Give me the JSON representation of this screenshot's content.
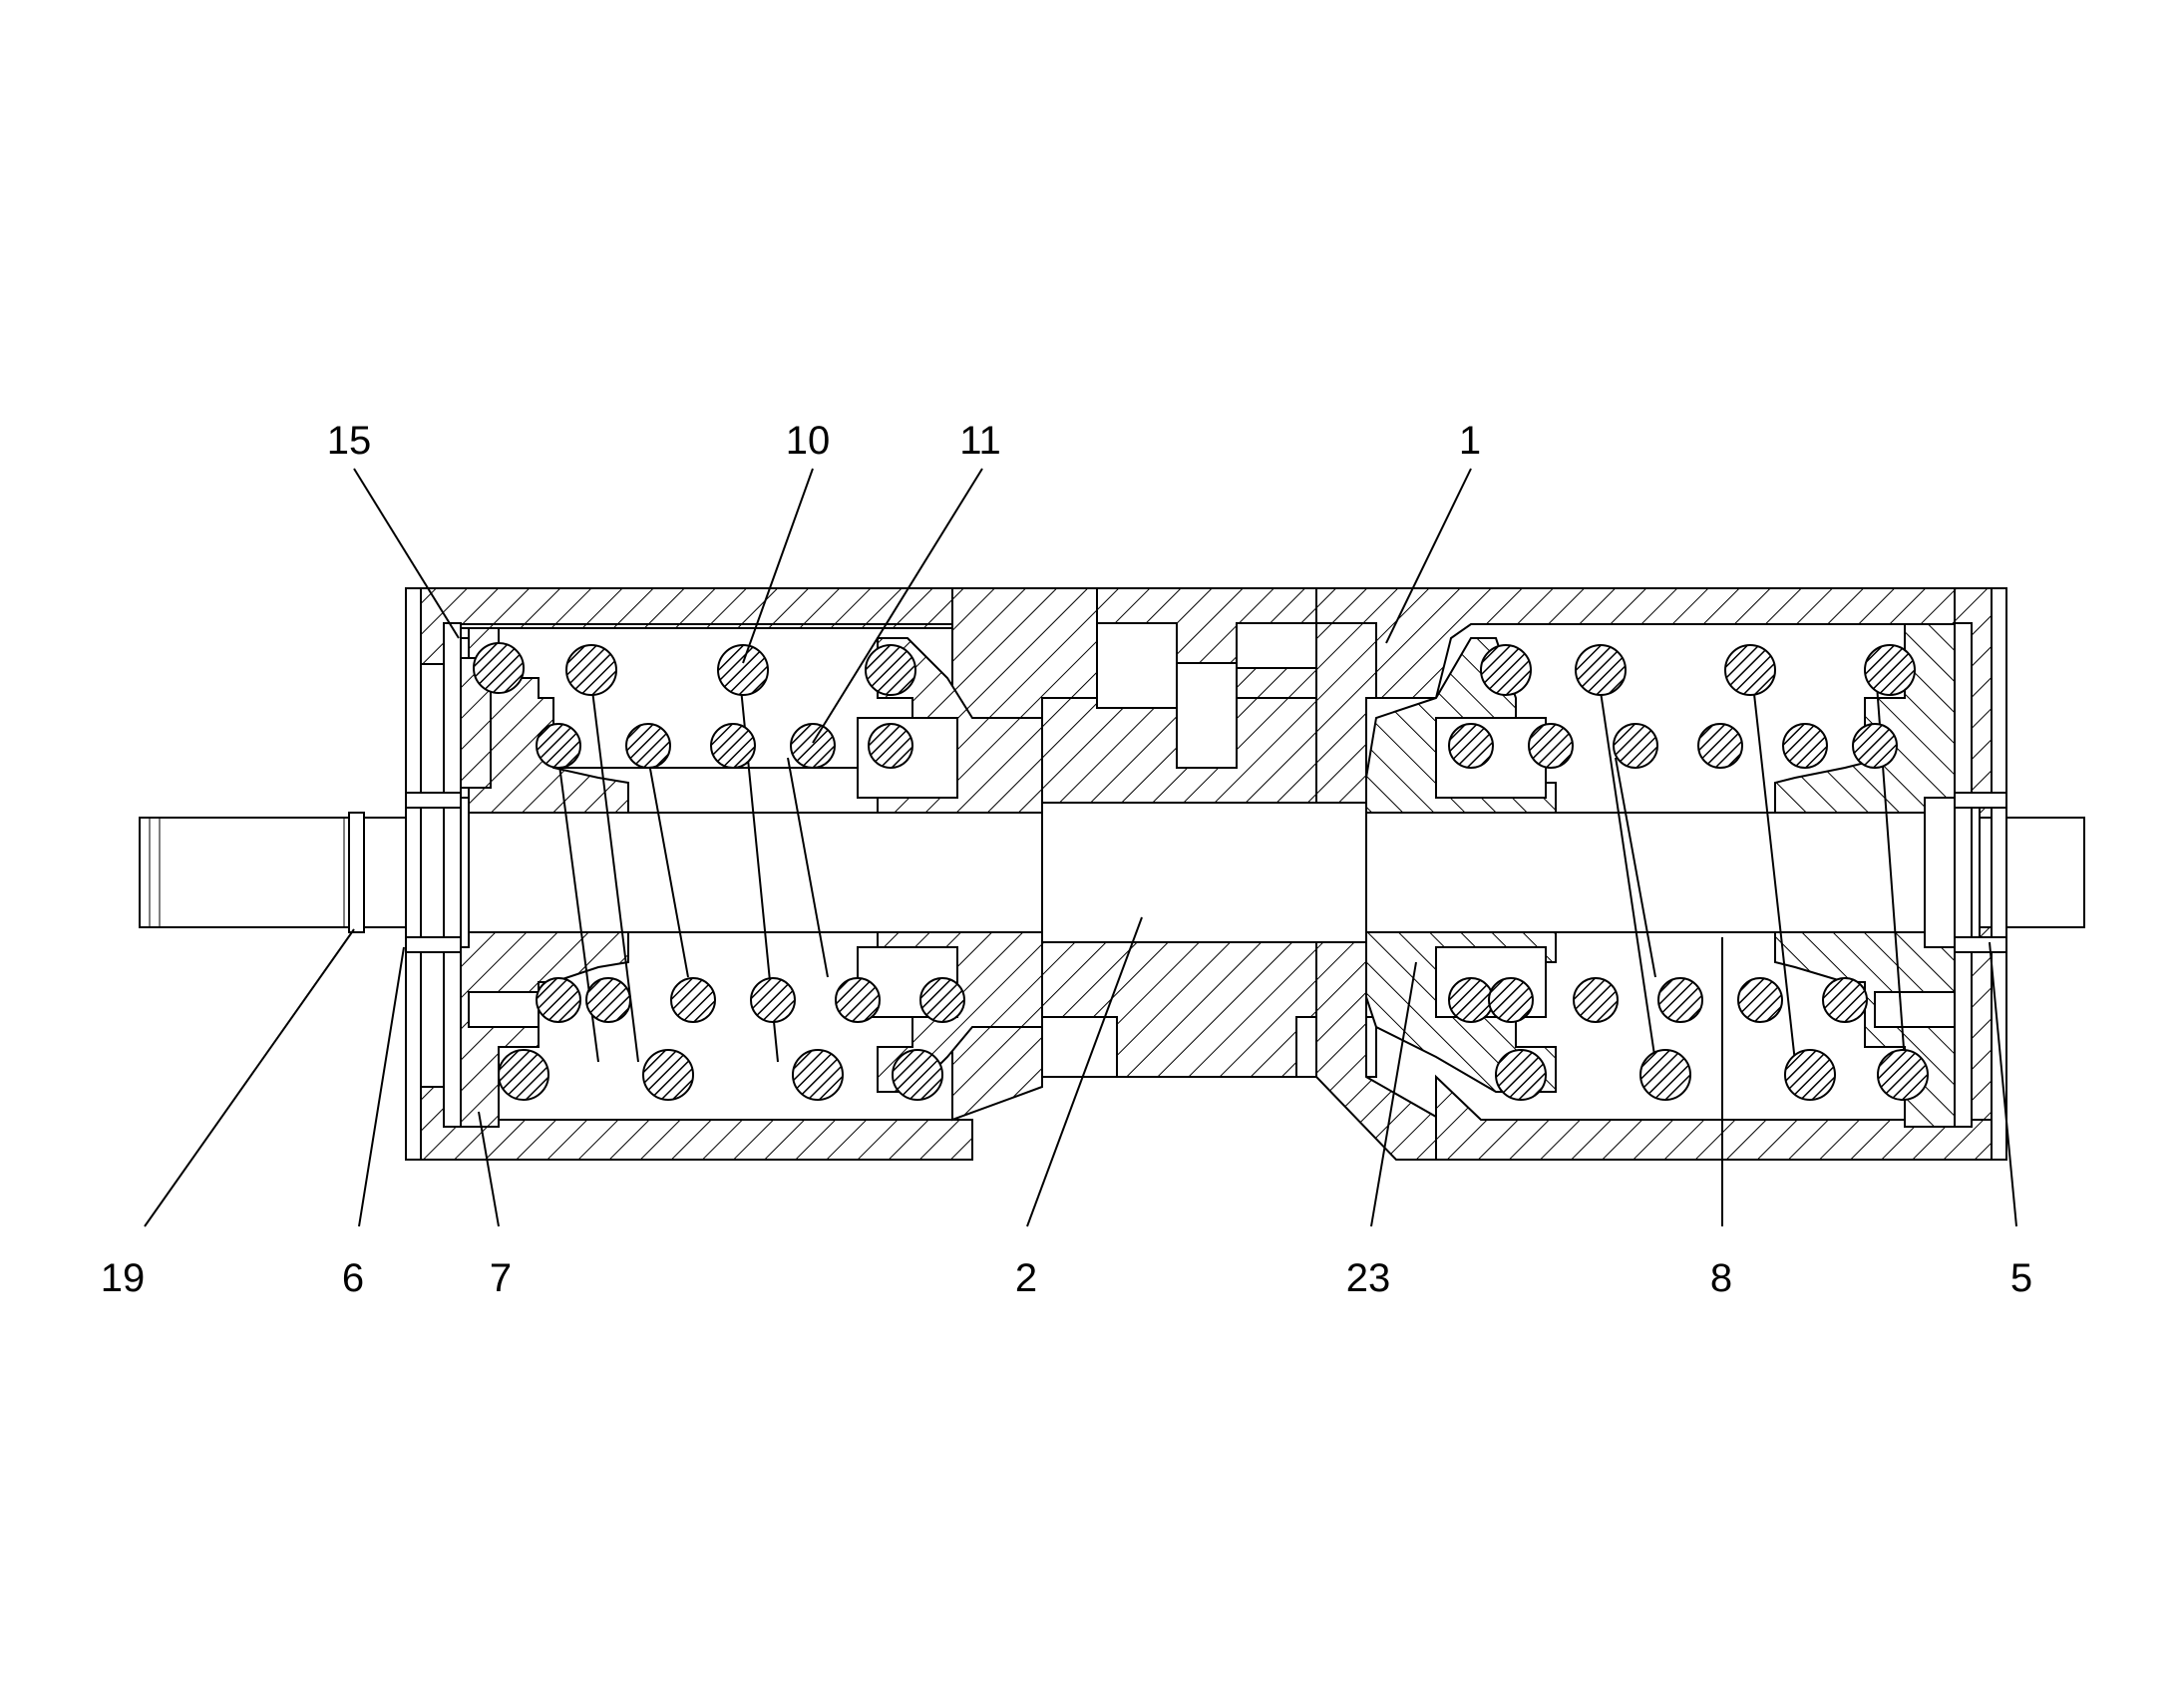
{
  "callouts": {
    "top": [
      "15",
      "10",
      "11",
      "1"
    ],
    "bottom": [
      "19",
      "6",
      "7",
      "2",
      "23",
      "8",
      "5"
    ]
  }
}
